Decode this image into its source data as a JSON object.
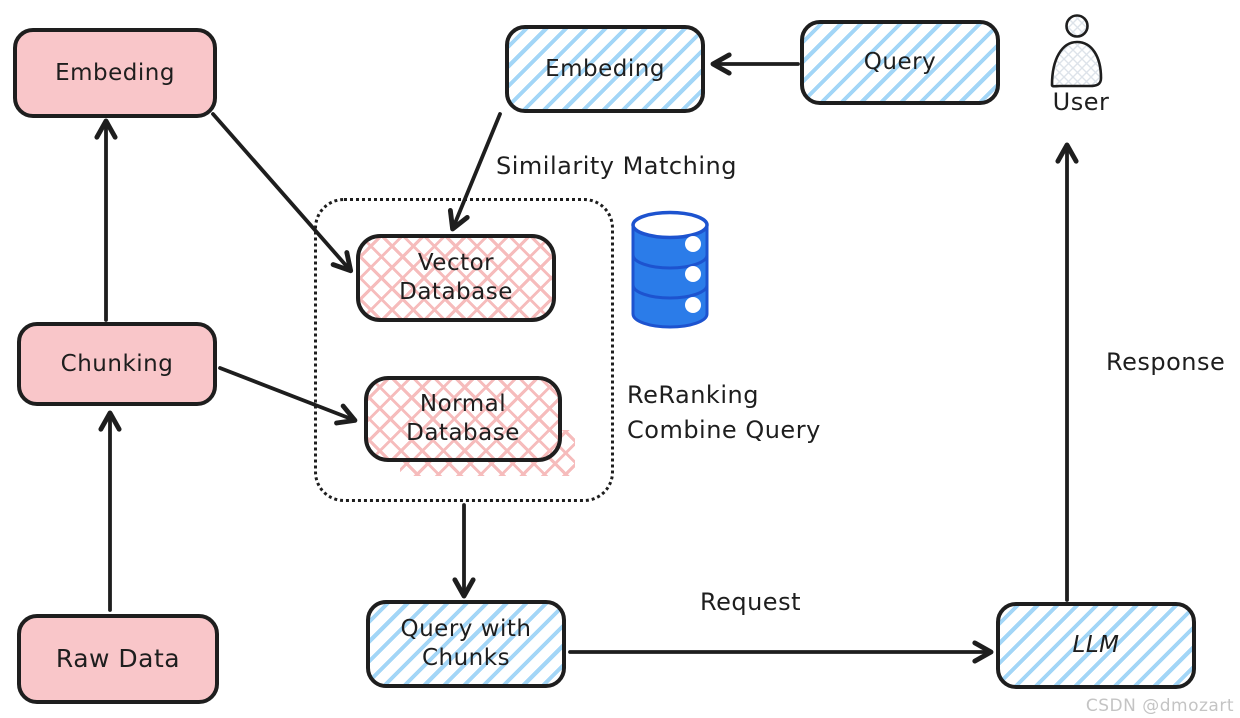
{
  "nodes": {
    "embeddingLeft": {
      "label": "Embeding",
      "style": "pink-solid"
    },
    "embeddingTop": {
      "label": "Embeding",
      "style": "blue-hatch"
    },
    "query": {
      "label": "Query",
      "style": "blue-hatch"
    },
    "vectorDb": {
      "label": "Vector Database",
      "style": "red-crosshatch"
    },
    "normalDb": {
      "label": "Normal Database",
      "style": "red-crosshatch"
    },
    "chunking": {
      "label": "Chunking",
      "style": "pink-solid"
    },
    "rawData": {
      "label": "Raw Data",
      "style": "pink-solid"
    },
    "queryWithChunks": {
      "label": "Query with Chunks",
      "style": "blue-hatch"
    },
    "llm": {
      "label": "LLM",
      "style": "blue-hatch"
    },
    "user": {
      "label": "User",
      "style": "icon"
    }
  },
  "annotations": {
    "similarityMatching": "Similarity Matching",
    "rerankingLine1": "ReRanking",
    "rerankingLine2": "Combine Query",
    "request": "Request",
    "response": "Response"
  },
  "edges": [
    {
      "from": "rawData",
      "to": "chunking",
      "label": ""
    },
    {
      "from": "chunking",
      "to": "embeddingLeft",
      "label": ""
    },
    {
      "from": "embeddingLeft",
      "to": "vectorDb",
      "label": ""
    },
    {
      "from": "chunking",
      "to": "normalDb",
      "label": ""
    },
    {
      "from": "query",
      "to": "embeddingTop",
      "label": ""
    },
    {
      "from": "embeddingTop",
      "to": "vectorDb",
      "label": "Similarity Matching"
    },
    {
      "from": "retrievalGroup",
      "to": "queryWithChunks",
      "label": ""
    },
    {
      "from": "queryWithChunks",
      "to": "llm",
      "label": "Request"
    },
    {
      "from": "llm",
      "to": "user",
      "label": "Response"
    }
  ],
  "icons": {
    "database": "database-cylinder-icon",
    "user": "person-icon"
  },
  "watermark": "CSDN @dmozart",
  "colors": {
    "stroke": "#1e1e1e",
    "pinkFill": "#f9c6c9",
    "blueHatch": "#a3d6f7",
    "redHatch": "#f6bcbc",
    "dbCylinderFill": "#2b7ce9",
    "dbCylinderStroke": "#1d53cf",
    "watermarkGray": "#c4c4c4"
  }
}
